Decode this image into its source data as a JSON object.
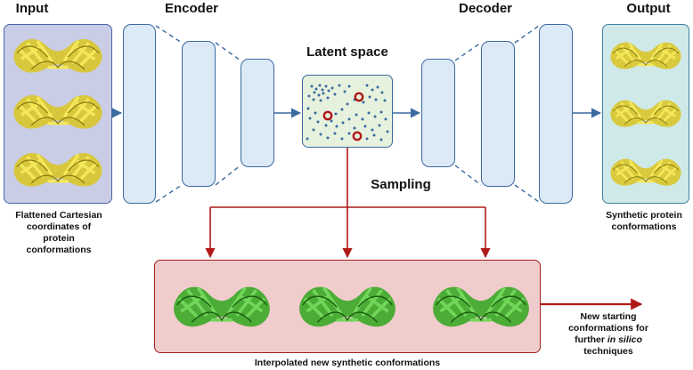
{
  "labels": {
    "input": "Input",
    "encoder": "Encoder",
    "latent": "Latent space",
    "decoder": "Decoder",
    "output": "Output",
    "sampling": "Sampling"
  },
  "captions": {
    "input": [
      "Flattened Cartesian",
      "coordinates of",
      "protein",
      "conformations"
    ],
    "output": [
      "Synthetic protein",
      "conformations"
    ],
    "interpolated": "Interpolated new synthetic conformations",
    "new_start": {
      "line1": "New starting",
      "line2": "conformations for",
      "line3_pre": "further ",
      "line3_em": "in silico",
      "line4": "techniques"
    }
  },
  "colors": {
    "input_panel": "#c9cde6",
    "output_panel": "#cfe9e8",
    "latent_panel": "#e6f2dd",
    "sample_panel": "#f0cccc",
    "layer_fill": "#dce9f7",
    "layer_border": "#3a6aa0",
    "sampling_arrow": "#b01818",
    "protein_input": "#e4d232",
    "protein_sampled": "#3fb52a"
  },
  "icons": {
    "input_proteins": "yellow-protein-ribbon-icon",
    "output_proteins": "yellow-protein-ribbon-icon",
    "sampled_proteins": "green-protein-ribbon-icon",
    "latent_points": "scatter-dot-icon",
    "sample_markers": "red-circle-marker-icon"
  }
}
